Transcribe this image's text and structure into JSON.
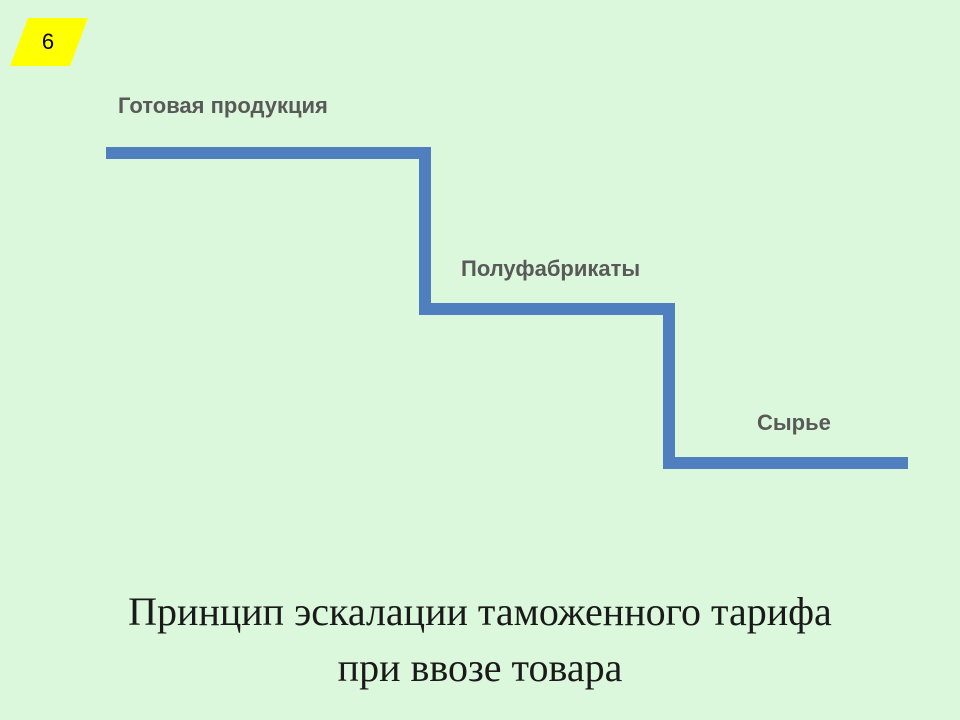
{
  "slide": {
    "number": "6",
    "badge_color": "#ffff00",
    "background_color": "#dcf8dc",
    "line_color": "#4f7fbf"
  },
  "steps": [
    {
      "label": "Готовая продукция"
    },
    {
      "label": "Полуфабрикаты"
    },
    {
      "label": "Сырье"
    }
  ],
  "caption": {
    "line1": "Принцип эскалации таможенного тарифа",
    "line2": "при ввозе товара"
  }
}
